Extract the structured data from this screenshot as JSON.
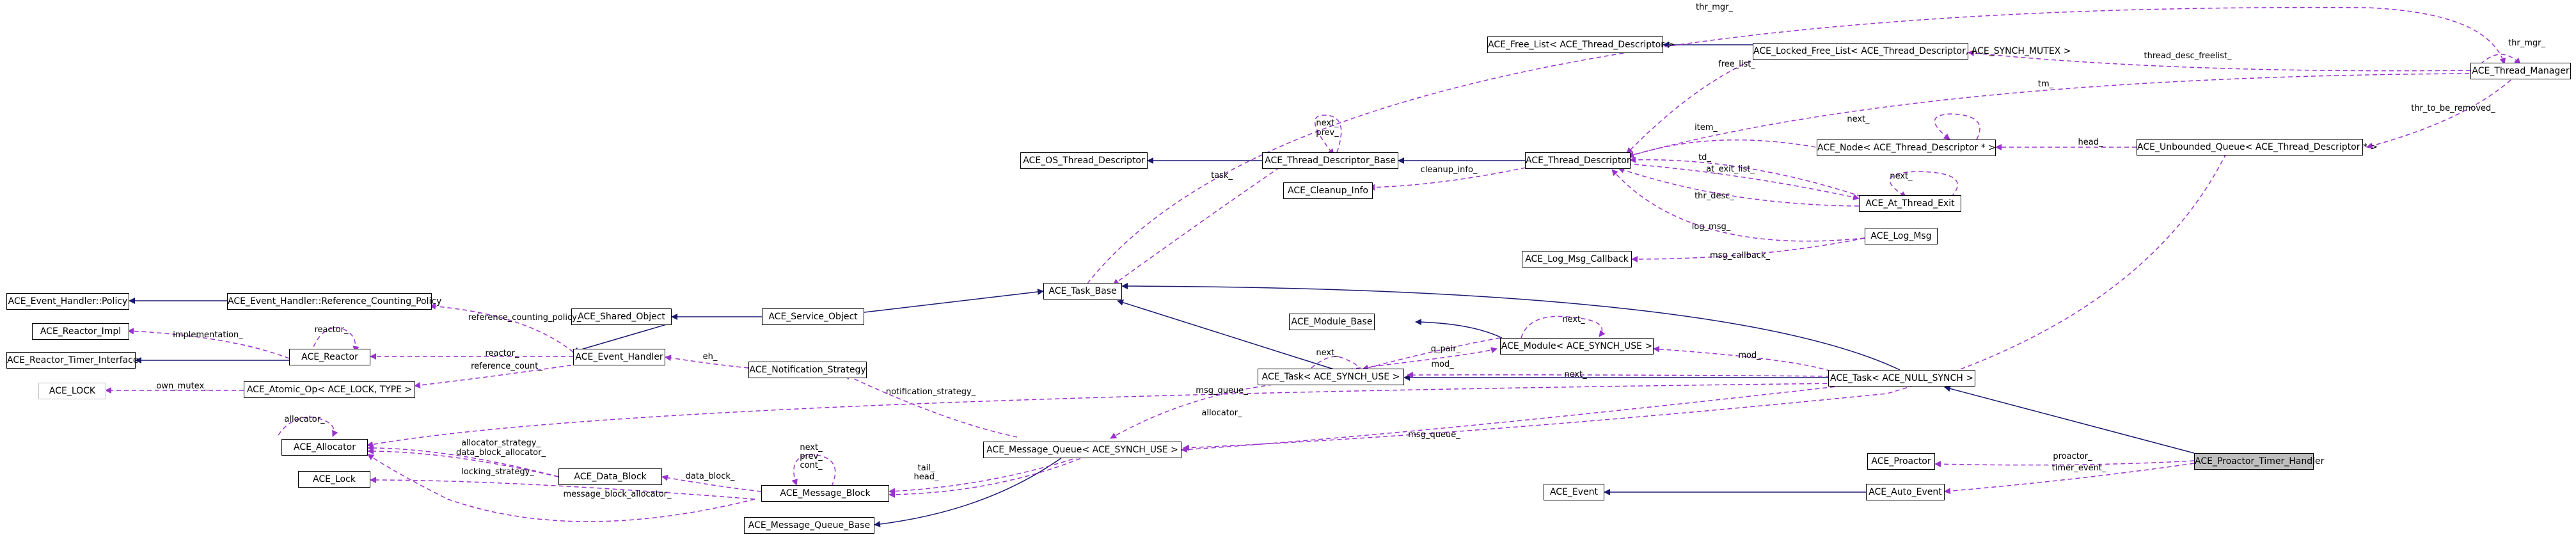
{
  "nodes": {
    "event_handler_policy": "ACE_Event_Handler::Policy",
    "reactor_impl": "ACE_Reactor_Impl",
    "reactor_timer_interface": "ACE_Reactor_Timer_Interface",
    "ace_lock_gray": "ACE_LOCK",
    "event_handler_rcp": "ACE_Event_Handler::Reference_Counting_Policy",
    "reactor": "ACE_Reactor",
    "atomic_op": "ACE_Atomic_Op< ACE_LOCK, TYPE >",
    "allocator": "ACE_Allocator",
    "lock": "ACE_Lock",
    "shared_object": "ACE_Shared_Object",
    "service_object": "ACE_Service_Object",
    "event_handler": "ACE_Event_Handler",
    "notification_strategy": "ACE_Notification_Strategy",
    "data_block": "ACE_Data_Block",
    "message_block": "ACE_Message_Block",
    "message_queue": "ACE_Message_Queue< ACE_SYNCH_USE >",
    "message_queue_base": "ACE_Message_Queue_Base",
    "task_base": "ACE_Task_Base",
    "os_thread_descriptor": "ACE_OS_Thread_Descriptor",
    "thread_descriptor_base": "ACE_Thread_Descriptor_Base",
    "cleanup_info": "ACE_Cleanup_Info",
    "thread_descriptor": "ACE_Thread_Descriptor",
    "free_list": "ACE_Free_List< ACE_Thread_Descriptor >",
    "locked_free_list": "ACE_Locked_Free_List< ACE_Thread_Descriptor, ACE_SYNCH_MUTEX >",
    "log_msg_callback": "ACE_Log_Msg_Callback",
    "log_msg": "ACE_Log_Msg",
    "at_thread_exit": "ACE_At_Thread_Exit",
    "node_thread_descriptor": "ACE_Node< ACE_Thread_Descriptor * >",
    "module_base": "ACE_Module_Base",
    "module": "ACE_Module< ACE_SYNCH_USE >",
    "task_synch_use": "ACE_Task< ACE_SYNCH_USE >",
    "task_null_synch": "ACE_Task< ACE_NULL_SYNCH >",
    "thread_manager": "ACE_Thread_Manager",
    "unbounded_queue": "ACE_Unbounded_Queue< ACE_Thread_Descriptor * >",
    "proactor": "ACE_Proactor",
    "auto_event": "ACE_Auto_Event",
    "event": "ACE_Event",
    "proactor_timer_handler": "ACE_Proactor_Timer_Handler"
  },
  "edge_labels": {
    "thr_mgr_top": "thr_mgr_",
    "thr_mgr_self": "thr_mgr_",
    "free_list": "free_list_",
    "thread_desc_freelist": "thread_desc_freelist_",
    "tm": "tm_",
    "thr_to_be_removed": "thr_to_be_removed_",
    "next_tdb": "next_",
    "prev_tdb": "prev_",
    "task": "task_",
    "cleanup_info": "cleanup_info_",
    "item": "item_",
    "next_node": "next_",
    "head": "head_",
    "td": "td_",
    "at_exit_list": "at_exit_list_",
    "next_atexit": "next_",
    "thr_desc": "thr_desc_",
    "log_msg": "log_msg_",
    "msg_callback": "msg_callback_",
    "reference_counting_policy": "reference_counting_policy_",
    "reactor_self": "reactor_",
    "implementation": "implementation_",
    "reactor": "reactor_",
    "reference_count": "reference_count_",
    "own_mutex": "own_mutex_",
    "eh": "eh_",
    "notification_strategy": "notification_strategy_",
    "msg_queue": "msg_queue_",
    "next_task": "next_",
    "q_pair": "q_pair_",
    "mod_task": "mod_",
    "next_module": "next_",
    "mod_null": "mod_",
    "next_null": "next_",
    "allocator_self": "allocator_",
    "allocator_mq": "allocator_",
    "msg_queue_null": "msg_queue_",
    "allocator_strategy": "allocator_strategy_",
    "data_block_allocator": "data_block_allocator_",
    "locking_strategy": "locking_strategy_",
    "message_block_allocator": "message_block_allocator_",
    "data_block": "data_block_",
    "next_mb": "next_",
    "prev_mb": "prev_",
    "cont_mb": "cont_",
    "tail": "tail_",
    "head_mq": "head_",
    "proactor": "proactor_",
    "timer_event": "timer_event_"
  },
  "colors": {
    "inheritance": "#191970",
    "usage": "#9a32cd",
    "node_border": "#000000",
    "focus_fill": "#bfbfbf",
    "gray_border": "#bfbfbf"
  }
}
